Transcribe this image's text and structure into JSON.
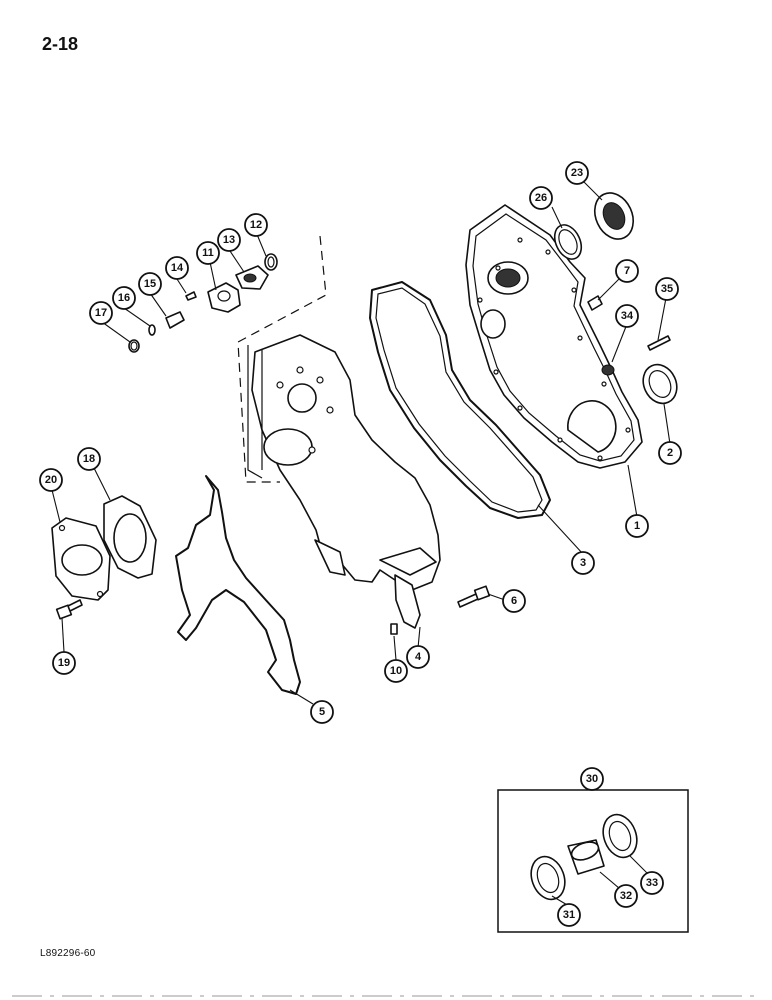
{
  "page": {
    "page_number": "2-18",
    "figure_code": "L892296-60"
  },
  "callouts": {
    "c1": "1",
    "c2": "2",
    "c3": "3",
    "c4": "4",
    "c5": "5",
    "c6": "6",
    "c7": "7",
    "c10": "10",
    "c11": "11",
    "c12": "12",
    "c13": "13",
    "c14": "14",
    "c15": "15",
    "c16": "16",
    "c17": "17",
    "c18": "18",
    "c19": "19",
    "c20": "20",
    "c23": "23",
    "c26": "26",
    "c30": "30",
    "c31": "31",
    "c32": "32",
    "c33": "33",
    "c34": "34",
    "c35": "35"
  }
}
